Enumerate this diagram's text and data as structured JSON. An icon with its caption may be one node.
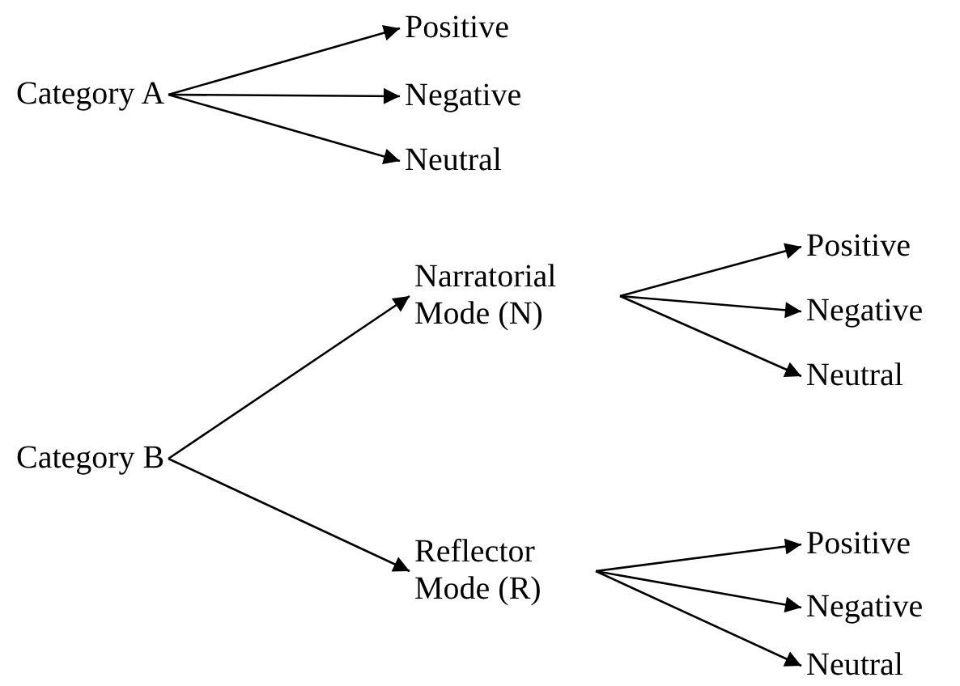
{
  "diagram": {
    "nodes": [
      {
        "text": [
          "Category A"
        ]
      },
      {
        "text": [
          "Positive"
        ]
      },
      {
        "text": [
          "Negative"
        ]
      },
      {
        "text": [
          "Neutral"
        ]
      },
      {
        "text": [
          "Narratorial Mode (N)"
        ]
      },
      {
        "text": [
          "Positive"
        ]
      },
      {
        "text": [
          "Negative"
        ]
      },
      {
        "text": [
          "Neutral"
        ]
      },
      {
        "text": [
          "Category B"
        ]
      },
      {
        "text": [
          "Reflector Mode (R)"
        ]
      },
      {
        "text": [
          "Positive"
        ]
      },
      {
        "text": [
          "Negative"
        ]
      },
      {
        "text": [
          "Neutral"
        ]
      }
    ],
    "edges": [
      {
        "from": 0,
        "to": 1,
        "arrow": "to"
      },
      {
        "from": 0,
        "to": 2,
        "arrow": "to"
      },
      {
        "from": 0,
        "to": 3,
        "arrow": "to"
      },
      {
        "from": 8,
        "to": 4,
        "arrow": "to"
      },
      {
        "from": 8,
        "to": 9,
        "arrow": "to"
      },
      {
        "from": 4,
        "to": 5,
        "arrow": "to"
      },
      {
        "from": 4,
        "to": 6,
        "arrow": "to"
      },
      {
        "from": 4,
        "to": 7,
        "arrow": "to"
      },
      {
        "from": 9,
        "to": 10,
        "arrow": "to"
      },
      {
        "from": 9,
        "to": 11,
        "arrow": "to"
      },
      {
        "from": 9,
        "to": 12,
        "arrow": "to"
      }
    ]
  }
}
